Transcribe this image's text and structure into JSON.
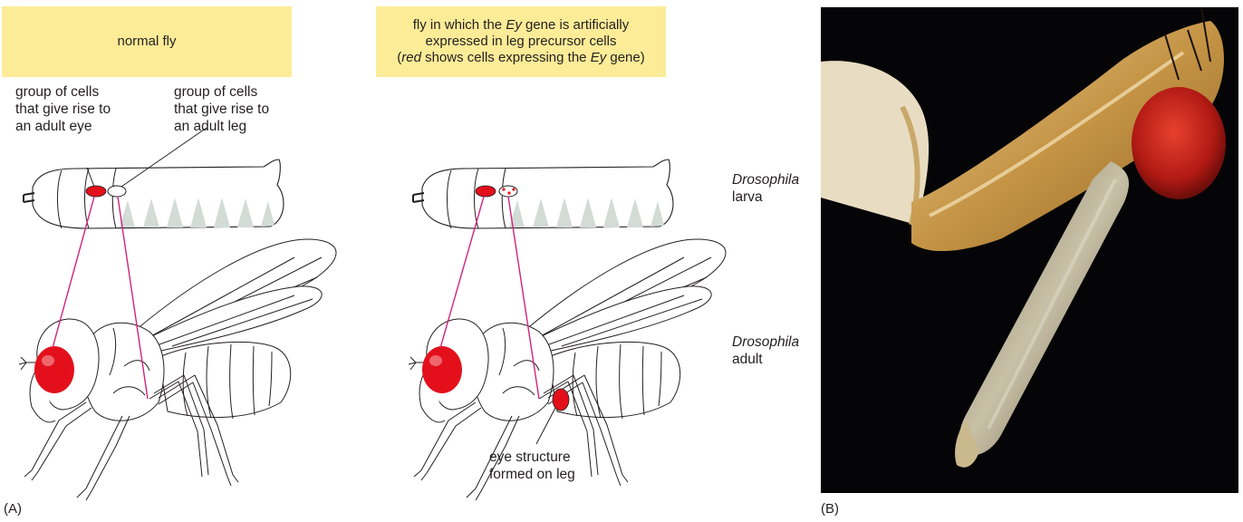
{
  "panel_a": {
    "letter": "(A)",
    "normal_box": "normal fly",
    "ey_box": {
      "line1_pre": "fly in which the ",
      "line1_gene": "Ey",
      "line1_post": " gene is artificially",
      "line2": "expressed in leg precursor cells",
      "line3_open": "(",
      "line3_red": "red",
      "line3_mid": " shows cells expressing the ",
      "line3_gene": "Ey",
      "line3_close": " gene)"
    },
    "eye_cells_label": [
      "group of cells",
      "that give rise to",
      "an adult eye"
    ],
    "leg_cells_label": [
      "group of cells",
      "that give rise to",
      "an adult leg"
    ],
    "larva_label": {
      "genus": "Drosophila",
      "stage": "larva"
    },
    "adult_label": {
      "genus": "Drosophila",
      "stage": "adult"
    },
    "eye_on_leg_label": [
      "eye structure",
      "formed on leg"
    ]
  },
  "panel_b": {
    "letter": "(B)"
  },
  "colors": {
    "box_fill": "#fcec98",
    "eye_red": "#e3101c",
    "connector_magenta": "#d1237f",
    "segment_gray": "#d3dbd6",
    "photo_background": "#050507"
  }
}
